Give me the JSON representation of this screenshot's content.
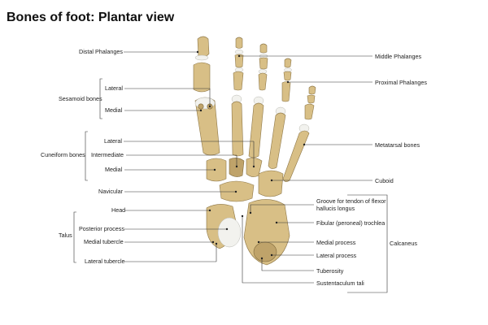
{
  "title": "Bones of foot: Plantar view",
  "labels": {
    "distal_phalanges": "Distal Phalanges",
    "sesamoid_bones": "Sesamoid bones",
    "sesamoid_lateral": "Lateral",
    "sesamoid_medial": "Medial",
    "cuneiform_bones": "Cuneiform bones",
    "cuneiform_lateral": "Lateral",
    "cuneiform_intermediate": "Intermediate",
    "cuneiform_medial": "Medial",
    "navicular": "Navicular",
    "talus": "Talus",
    "talus_head": "Head",
    "talus_posterior_process": "Posterior process",
    "talus_medial_tubercle": "Medial tubercle",
    "talus_lateral_tubercle": "Lateral tubercle",
    "middle_phalanges": "Middle Phalanges",
    "proximal_phalanges": "Proximal Phalanges",
    "metatarsal_bones": "Metatarsal bones",
    "cuboid": "Cuboid",
    "groove_line1": "Groove for tendon of flexor",
    "groove_line2": "hallucis longus",
    "fibular_trochlea": "Fibular (peroneal) trochlea",
    "medial_process": "Medial process",
    "lateral_process": "Lateral process",
    "tuberosity": "Tuberosity",
    "sustentaculum_tali": "Sustentaculum tali",
    "calcaneus": "Calcaneus"
  },
  "colors": {
    "bone": "#d8bf86",
    "bone_shadow": "#bfa36a",
    "cartilage": "#f2f2ee",
    "leader_line": "#333333"
  }
}
